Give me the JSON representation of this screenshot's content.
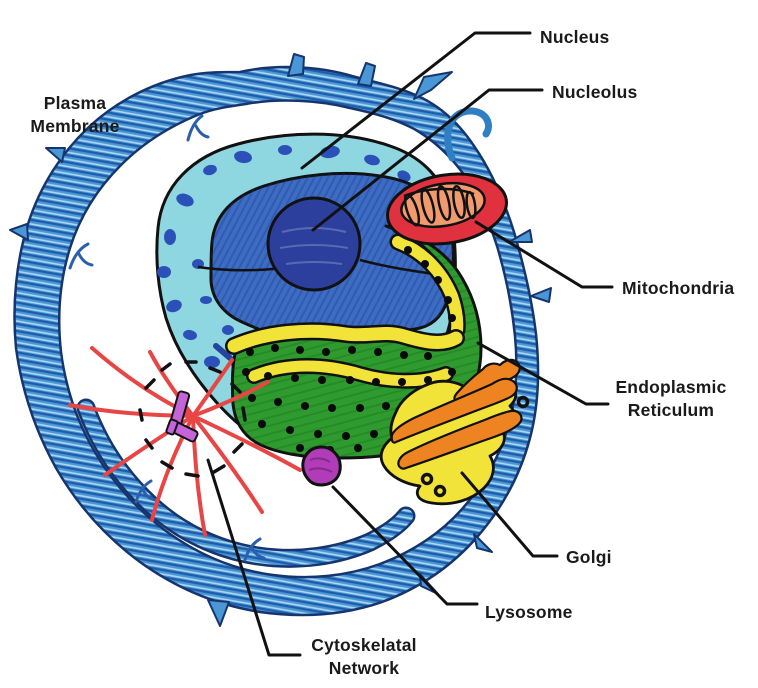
{
  "figure": {
    "background": "#ffffff"
  },
  "labels": {
    "plasma_membrane": {
      "line1": "Plasma",
      "line2": "Membrane"
    },
    "nucleus": "Nucleus",
    "nucleolus": "Nucleolus",
    "mitochondria": "Mitochondria",
    "endoplasmic_reticulum": {
      "line1": "Endoplasmic",
      "line2": "Reticulum"
    },
    "golgi": "Golgi",
    "lysosome": "Lysosome",
    "cytoskeletal_network": {
      "line1": "Cytoskelatal",
      "line2": "Network"
    }
  },
  "colors": {
    "membrane_blue": "#4a97d6",
    "membrane_outline": "#16356e",
    "envelope_cyan": "#8ed6e0",
    "nuclear_pore_blue": "#2b51b8",
    "nucleus_blue": "#3d6cc3",
    "nucleolus_navy": "#2c3f9d",
    "mitochondria_red": "#e0323e",
    "mitochondria_inner": "#f09a6e",
    "er_green": "#2f9b2f",
    "er_ribbon_yellow": "#f2e339",
    "golgi_yellow": "#f2e339",
    "golgi_orange": "#ee8322",
    "lysosome_purple": "#b13cb8",
    "centriole_purple": "#c564d8",
    "microtubule_red": "#e84545",
    "label_black": "#1a1a1a"
  }
}
